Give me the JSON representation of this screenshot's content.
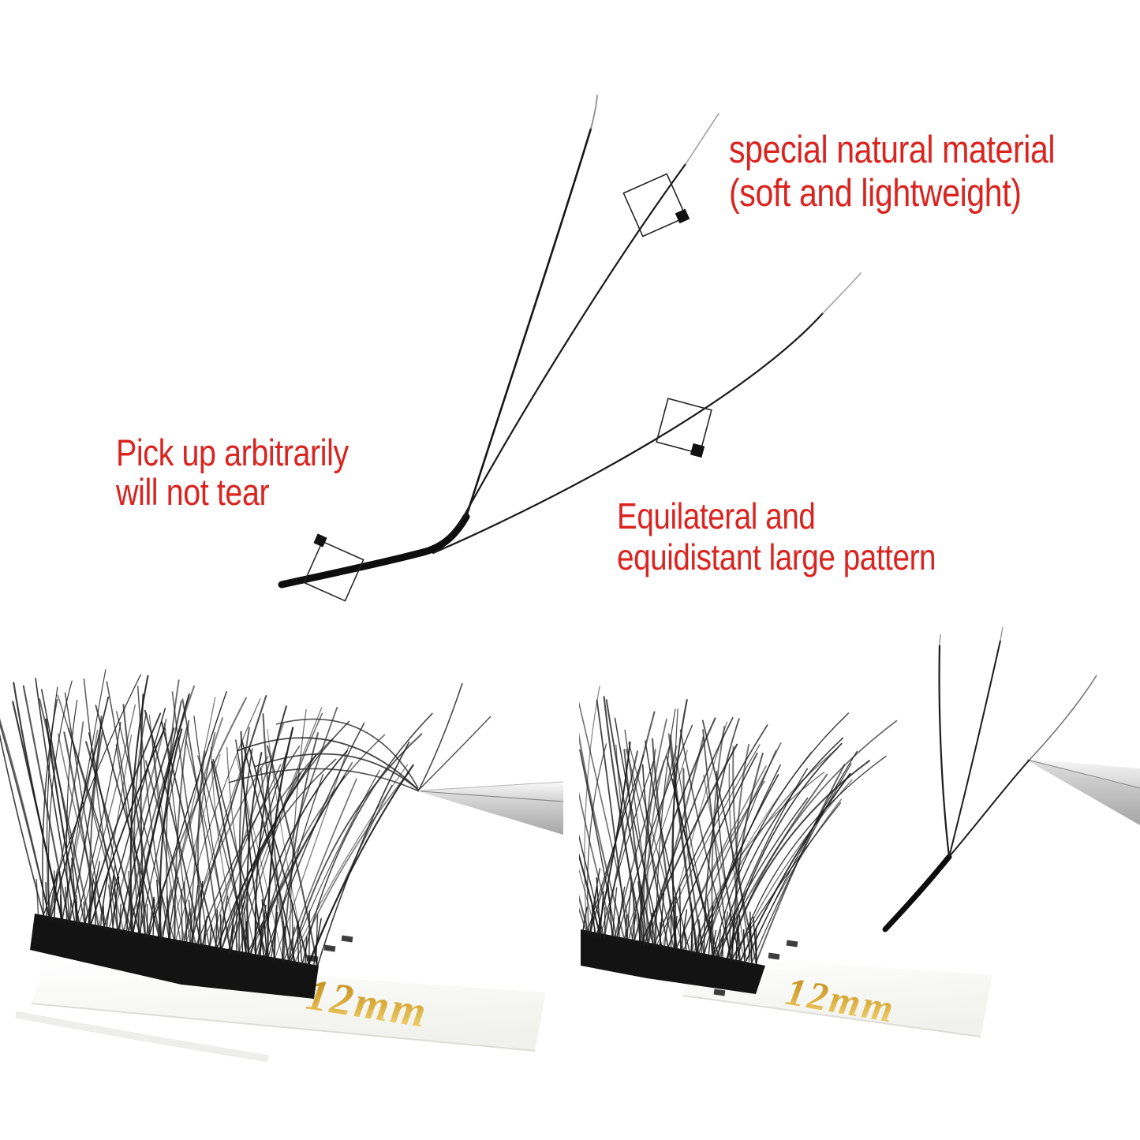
{
  "annotations": {
    "material": {
      "lines": [
        "special natural material",
        "(soft and lightweight)"
      ]
    },
    "pickup": {
      "lines": [
        "Pick up arbitrarily",
        "will not tear"
      ]
    },
    "pattern": {
      "lines": [
        "Equilateral and",
        "equidistant large pattern"
      ]
    }
  },
  "photos": {
    "left": {
      "tape_label": "12mm"
    },
    "right": {
      "tape_label": "12mm"
    }
  },
  "colors": {
    "annotation_red": "#d92420",
    "lash_black": "#1a1a1a",
    "band_black": "#141414",
    "tape_white": "#fbfbf9",
    "gold_dark": "#bd861a",
    "gold_mid": "#d8aa38",
    "gold_light": "#eed06e",
    "tweezer_light": "#f7f7f7",
    "tweezer_dark": "#a6a6a6"
  }
}
